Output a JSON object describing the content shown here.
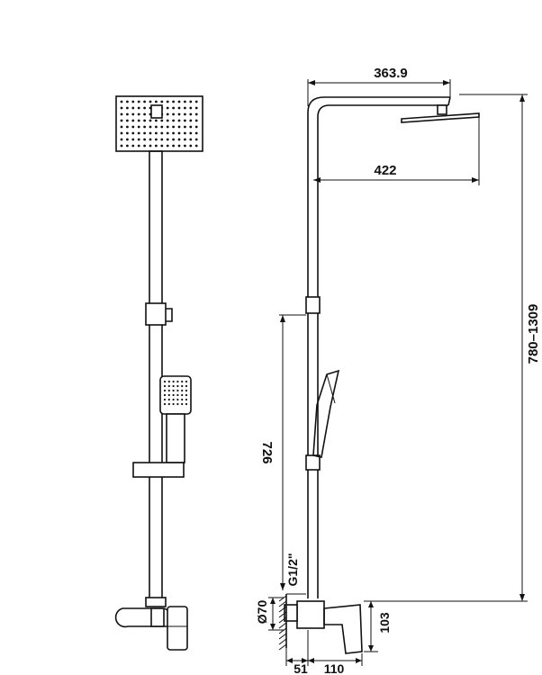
{
  "dimensions": {
    "top_arm": "363.9",
    "head_reach": "422",
    "height_range": "780–1309",
    "slide_bar": "726",
    "thread": "G1/2\"",
    "diameter": "Ø70",
    "valve_height": "103",
    "wall_offset": "51",
    "valve_depth": "110"
  },
  "colors": {
    "line": "#111111",
    "background": "#ffffff"
  }
}
